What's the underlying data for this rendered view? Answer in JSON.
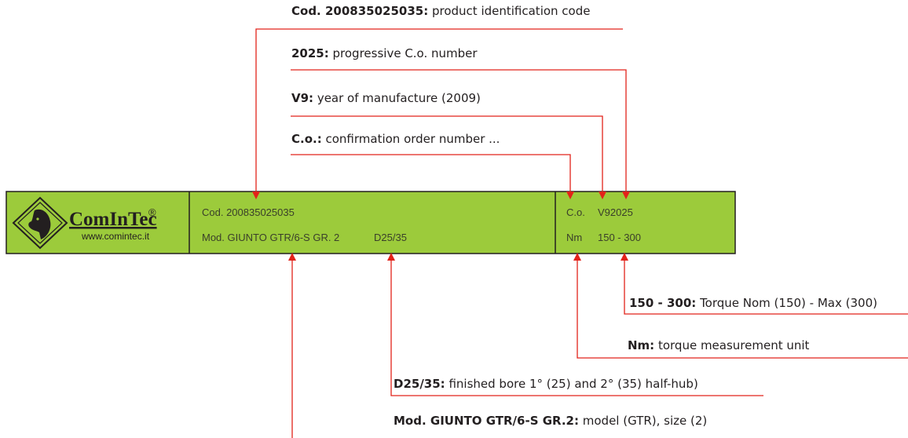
{
  "plate": {
    "colors": {
      "fill": "#9ccb3b",
      "border": "#231f20",
      "text": "#3a3f2a"
    },
    "logo": {
      "brand": "ComInTec",
      "registered": "®",
      "website": "www.comintec.it",
      "icon": "horse-head-icon"
    },
    "code_line": "Cod. 200835025035",
    "model_line_model": "Mod. GIUNTO GTR/6-S GR. 2",
    "model_line_bore": "D25/35",
    "co_label": "C.o.",
    "co_value": "V92025",
    "nm_label": "Nm",
    "nm_value": "150 - 300"
  },
  "annotations": {
    "line_color": "#e2231a",
    "code": {
      "key": "Cod. 200835025035:",
      "desc": " product identification code"
    },
    "progressive": {
      "key": "2025:",
      "desc": " progressive C.o. number"
    },
    "year": {
      "key": "V9:",
      "desc": " year of manufacture (2009)"
    },
    "order": {
      "key": "C.o.:",
      "desc": " confirmation order number ..."
    },
    "torque": {
      "key": "150 - 300:",
      "desc": " Torque Nom (150) - Max (300)"
    },
    "unit": {
      "key": "Nm:",
      "desc": " torque measurement unit"
    },
    "bore": {
      "key": "D25/35:",
      "desc": " finished bore 1° (25) and 2° (35) half-hub)"
    },
    "model": {
      "key": "Mod. GIUNTO GTR/6-S GR.2:",
      "desc": " model (GTR), size (2)"
    }
  }
}
